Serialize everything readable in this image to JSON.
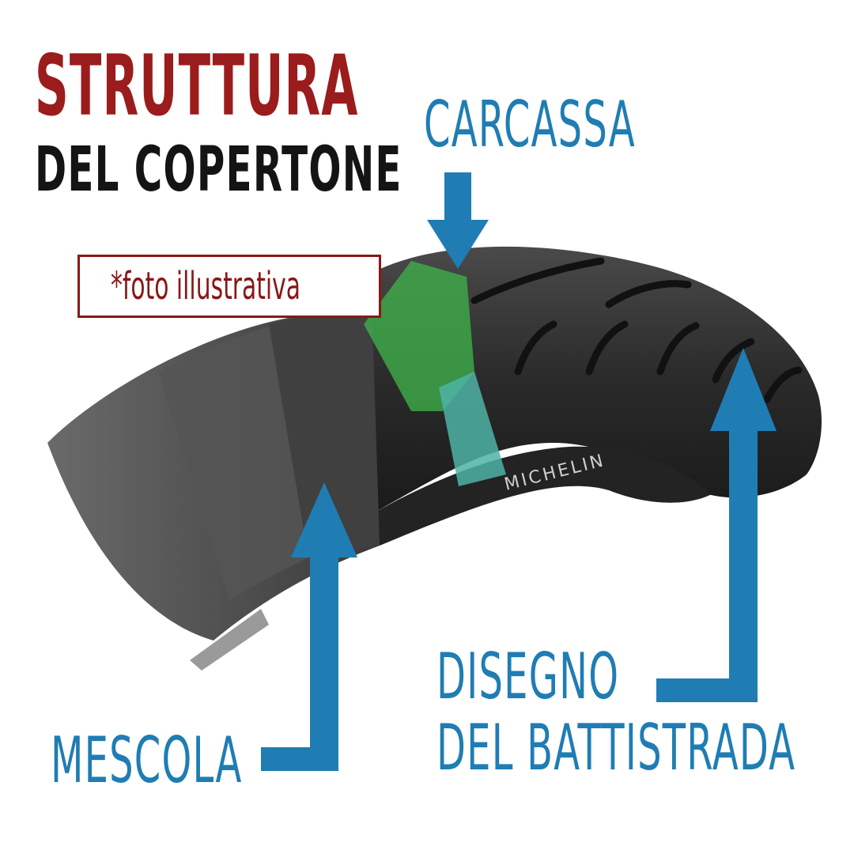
{
  "title": {
    "line1": "STRUTTURA",
    "line2": "DEL COPERTONE"
  },
  "note": "*foto illustrativa",
  "parts": {
    "carcassa": "CARCASSA",
    "mescola": "MESCOLA",
    "disegno_line1": "DISEGNO",
    "disegno_line2": "DEL BATTISTRADA"
  },
  "colors": {
    "title_red": "#9b1c1c",
    "title_black": "#141414",
    "arrow_blue": "#1f7db3",
    "carcass_green": "#3fae4a",
    "tread_teal": "#4fb3a6",
    "rubber": "#2e2e2e"
  },
  "tyre_brand_text": "MICHELIN"
}
